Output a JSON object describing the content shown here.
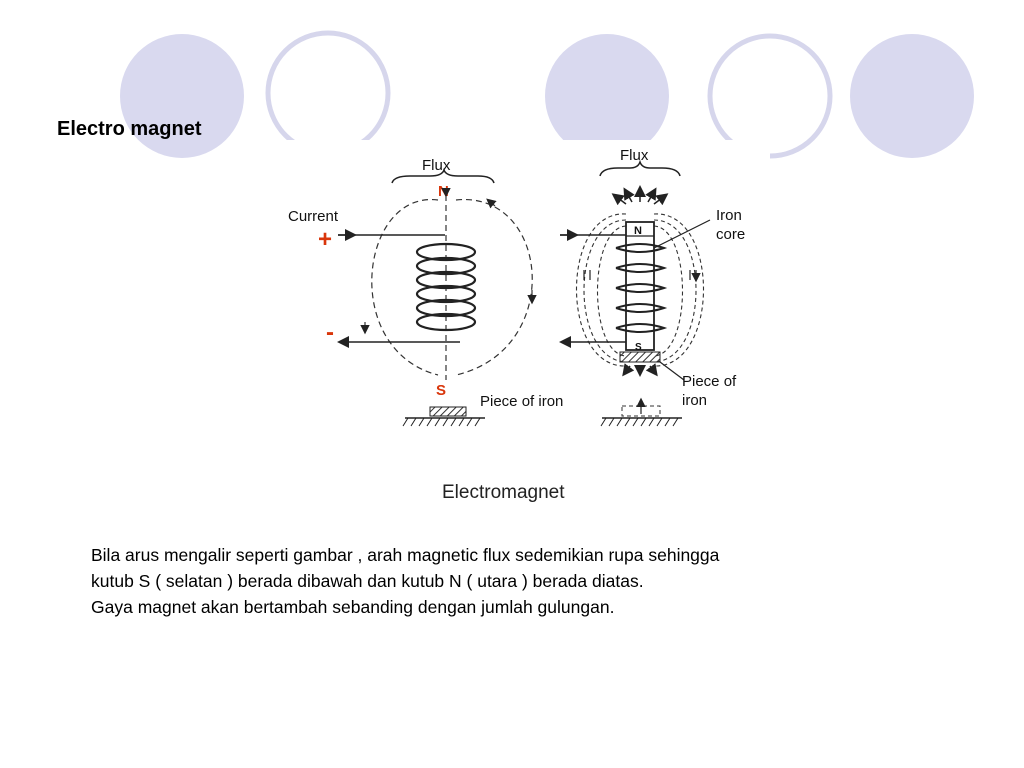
{
  "slide": {
    "title": "Electro magnet",
    "body_lines": [
      "Bila arus mengalir seperti gambar , arah magnetic flux sedemikian rupa sehingga",
      "kutub S ( selatan ) berada dibawah dan kutub N ( utara ) berada diatas.",
      "Gaya magnet akan bertambah sebanding dengan jumlah gulungan."
    ]
  },
  "theme": {
    "circle_fill": "#d9d9ef",
    "circle_stroke": "#c9c9e4",
    "pole_color": "#d9360b"
  },
  "diagram": {
    "left": {
      "flux_label": "Flux",
      "north_label": "N",
      "south_label": "S",
      "current_label": "Current",
      "plus_sign": "+",
      "minus_sign": "-",
      "iron_label": "Piece of iron"
    },
    "right": {
      "flux_label": "Flux",
      "core_label_line1": "Iron",
      "core_label_line2": "core",
      "core_n": "N",
      "core_s": "S",
      "iron_label_line1": "Piece of",
      "iron_label_line2": "iron"
    },
    "caption": "Electromagnet"
  }
}
